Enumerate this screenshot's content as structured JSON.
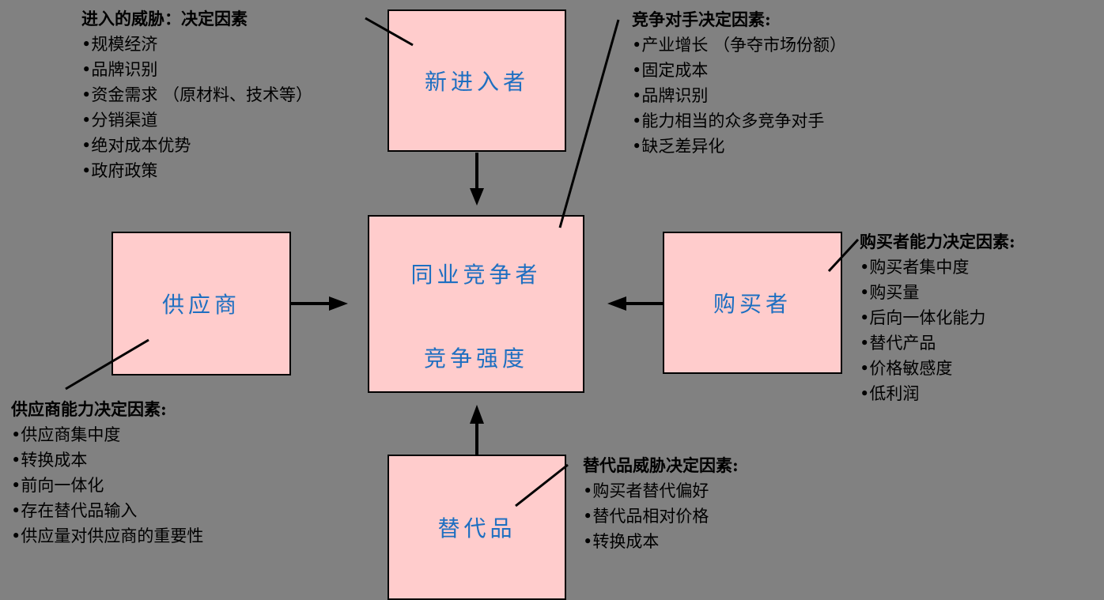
{
  "palette": {
    "background": "#818181",
    "box_fill": "#FFCCCC",
    "box_border": "#000000",
    "box_text": "#1E6FC1",
    "annotation_text": "#000000"
  },
  "boxes": {
    "new_entrants": {
      "label": "新进入者"
    },
    "rivalry": {
      "label_line1": "同业竞争者",
      "label_line2": "竞争强度"
    },
    "suppliers": {
      "label": "供应商"
    },
    "buyers": {
      "label": "购买者"
    },
    "substitutes": {
      "label": "替代品"
    }
  },
  "annotations": {
    "entry_threat": {
      "title": "进入的威胁：决定因素",
      "items": [
        "•规模经济",
        "•品牌识别",
        "•资金需求 （原材料、技术等）",
        "•分销渠道",
        "•绝对成本优势",
        "•政府政策"
      ]
    },
    "rivalry_determinants": {
      "title": "竞争对手决定因素:",
      "items": [
        "•产业增长 （争夺市场份额）",
        "•固定成本",
        "•品牌识别",
        "•能力相当的众多竞争对手",
        "•缺乏差异化"
      ]
    },
    "buyer_power": {
      "title": "购买者能力决定因素:",
      "items": [
        "•购买者集中度",
        "•购买量",
        "•后向一体化能力",
        "•替代产品",
        "•价格敏感度",
        "•低利润"
      ]
    },
    "supplier_power": {
      "title": "供应商能力决定因素:",
      "items": [
        "•供应商集中度",
        "•转换成本",
        "•前向一体化",
        "•存在替代品输入",
        "•供应量对供应商的重要性"
      ]
    },
    "substitute_threat": {
      "title": "替代品威胁决定因素:",
      "items": [
        "•购买者替代偏好",
        "•替代品相对价格",
        "•转换成本"
      ]
    }
  }
}
